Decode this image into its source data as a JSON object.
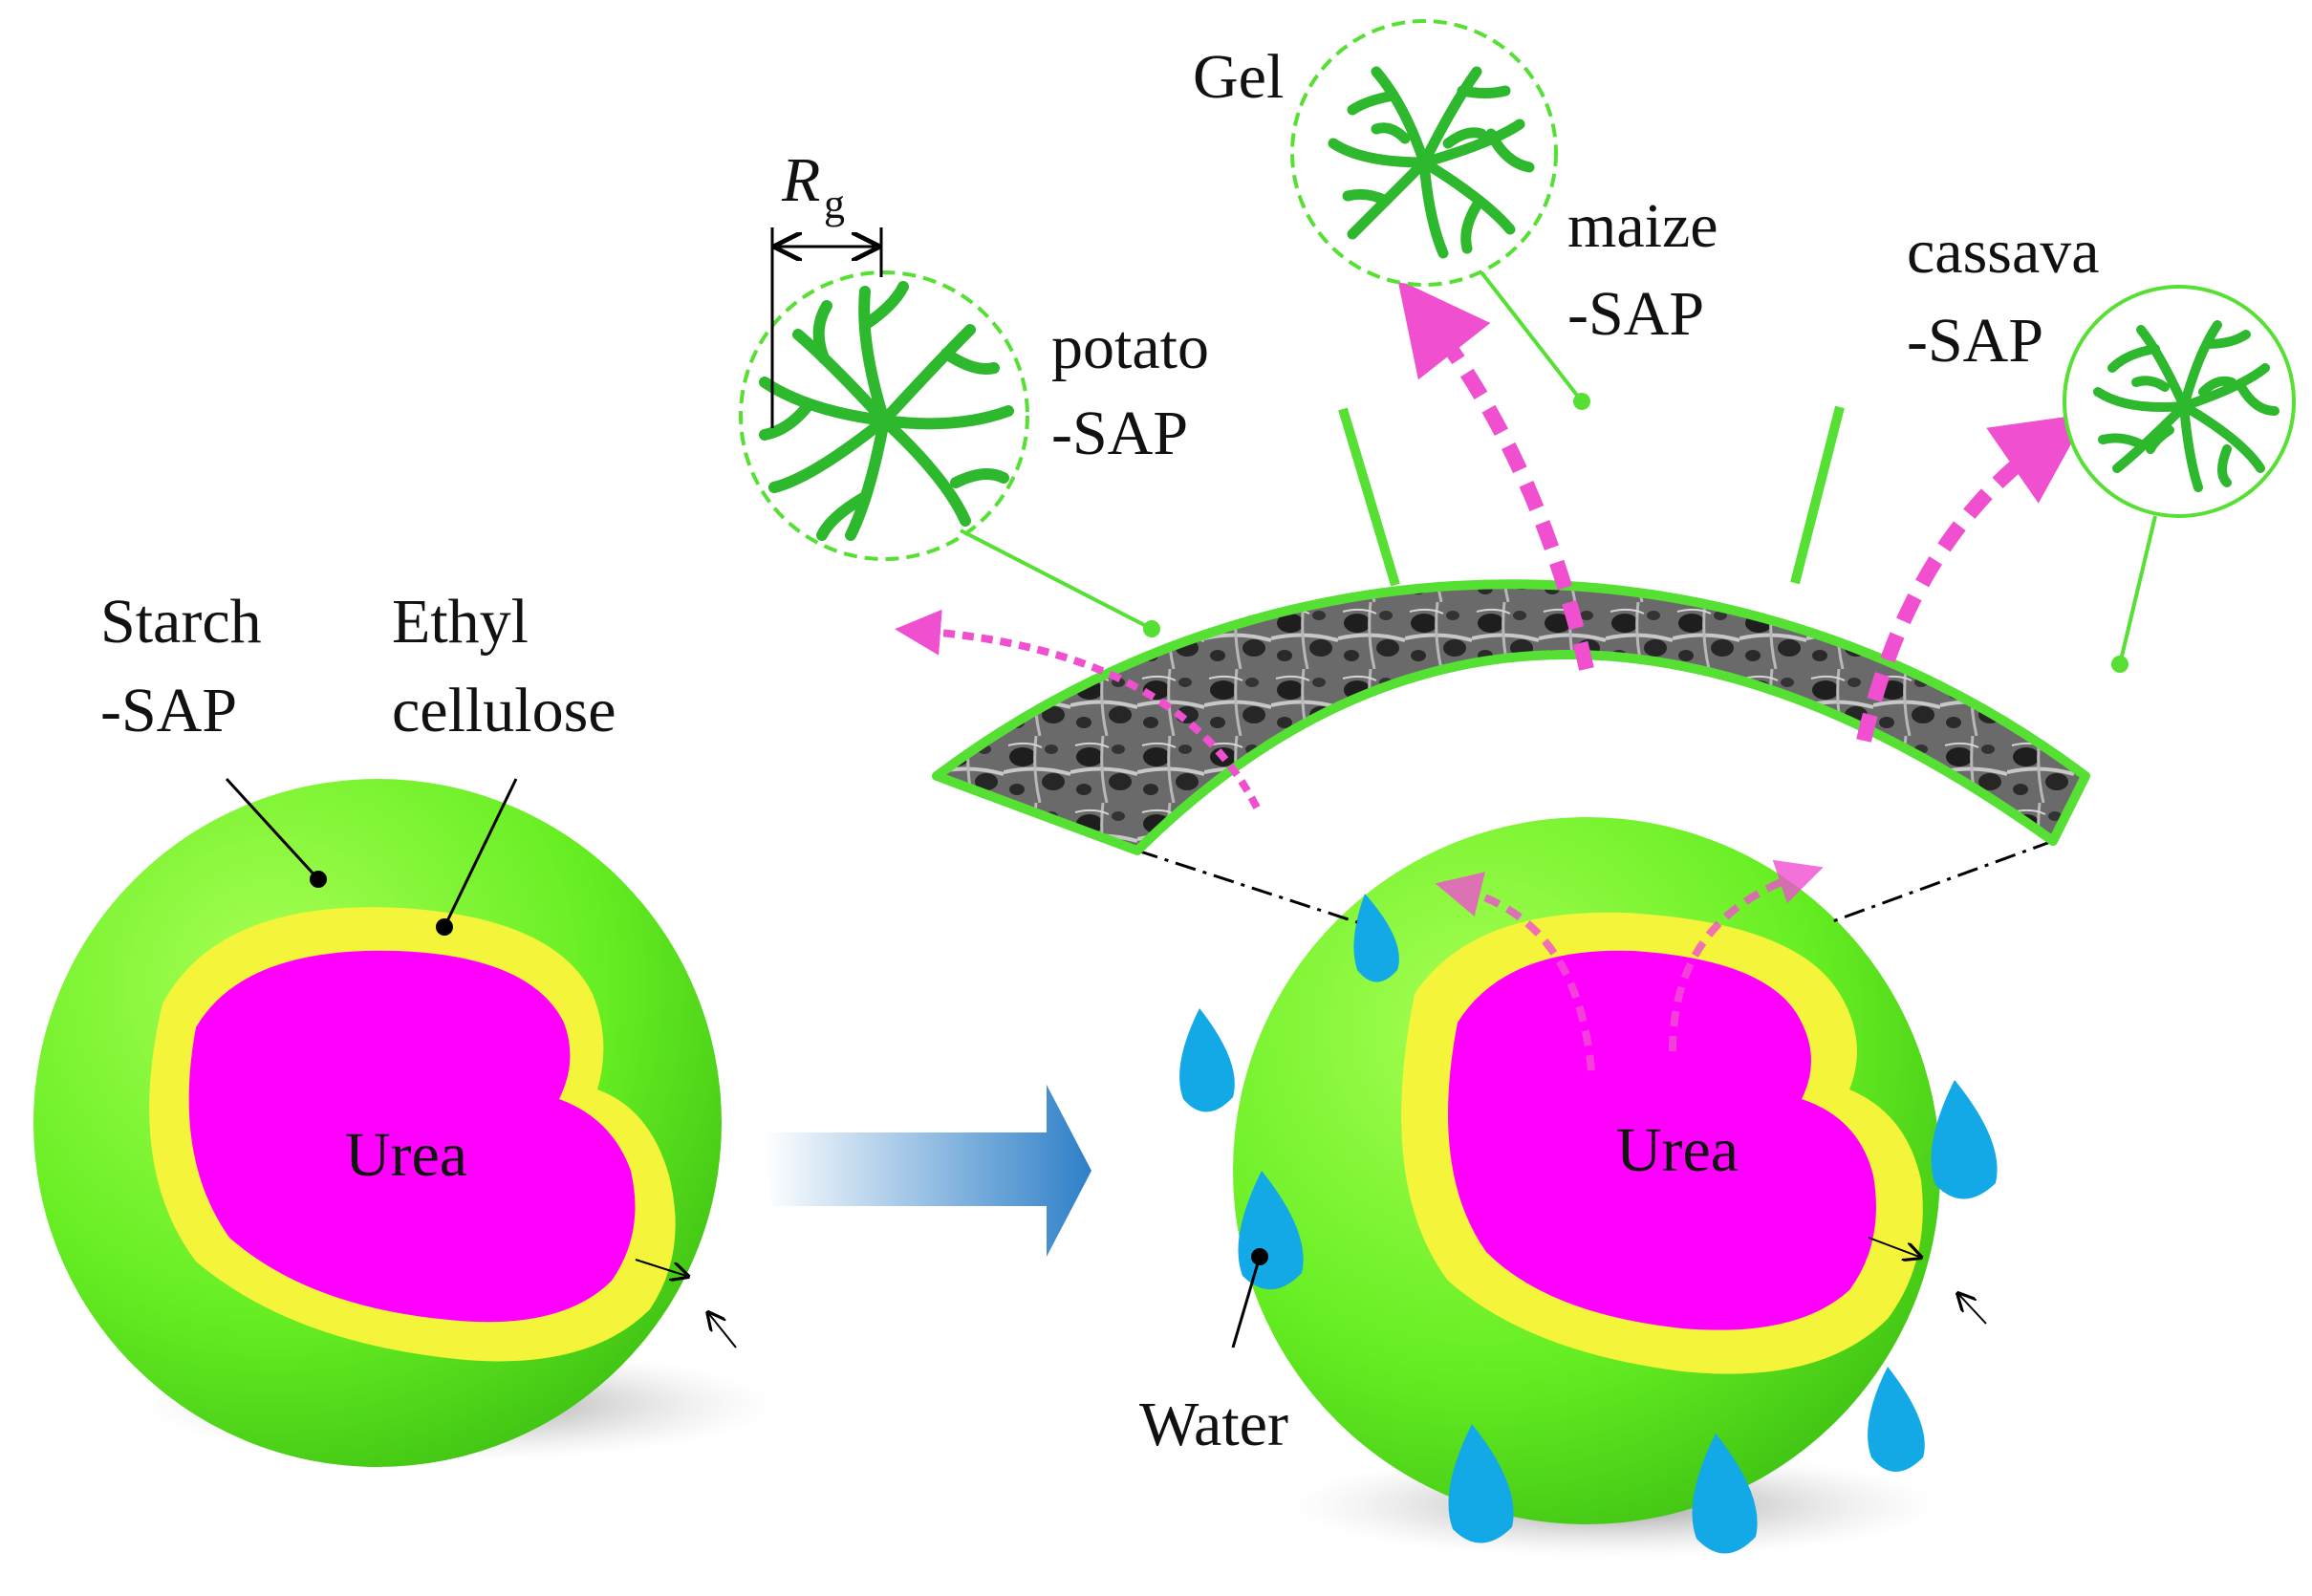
{
  "labels": {
    "starch_sap_line1": "Starch",
    "starch_sap_line2": "-SAP",
    "ethyl_line1": "Ethyl",
    "ethyl_line2": "cellulose",
    "urea_left": "Urea",
    "urea_right": "Urea",
    "water": "Water",
    "gel": "Gel",
    "rg_main": "R",
    "rg_sub": "g",
    "potato_line1": "potato",
    "potato_line2": "-SAP",
    "maize_line1": "maize",
    "maize_line2": "-SAP",
    "cassava_line1": "cassava",
    "cassava_line2": "-SAP"
  },
  "colors": {
    "shell_green": "#66ee22",
    "coating_yellow": "#f4f43a",
    "core_magenta": "#ff00ff",
    "water_blue": "#12a9e6",
    "arrow_blue": "#2d7fc8",
    "diffusion_pink": "#f050d0",
    "border_green": "#55e033",
    "polymer_green": "#2eb82e"
  }
}
